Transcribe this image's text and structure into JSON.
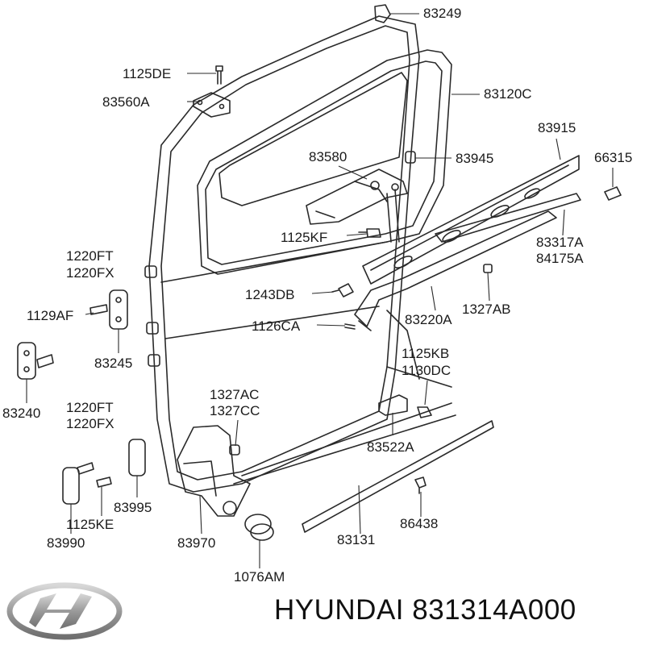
{
  "labels": {
    "p83249": "83249",
    "p1125DE": "1125DE",
    "p83560A": "83560A",
    "p83120C": "83120C",
    "p83915": "83915",
    "p83580": "83580",
    "p83945": "83945",
    "p66315": "66315",
    "p1125KF": "1125KF",
    "p83317A": "83317A",
    "p84175A": "84175A",
    "p1220FT_a": "1220FT",
    "p1220FX_a": "1220FX",
    "p1243DB": "1243DB",
    "p1327AB": "1327AB",
    "p1129AF": "1129AF",
    "p83220A": "83220A",
    "p1126CA": "1126CA",
    "p83245": "83245",
    "p1125KB": "1125KB",
    "p1130DC": "1130DC",
    "p83240": "83240",
    "p1327AC": "1327AC",
    "p1327CC": "1327CC",
    "p1220FT_b": "1220FT",
    "p1220FX_b": "1220FX",
    "p83522A": "83522A",
    "p83995": "83995",
    "p1125KE": "1125KE",
    "p86438": "86438",
    "p83990": "83990",
    "p83970": "83970",
    "p83131": "83131",
    "p1076AM": "1076AM"
  },
  "caption": {
    "brand_text": "HYUNDAI 831314A000"
  },
  "logo": {
    "icon": "hyundai-logo-icon",
    "color": "#9a9a9a"
  }
}
